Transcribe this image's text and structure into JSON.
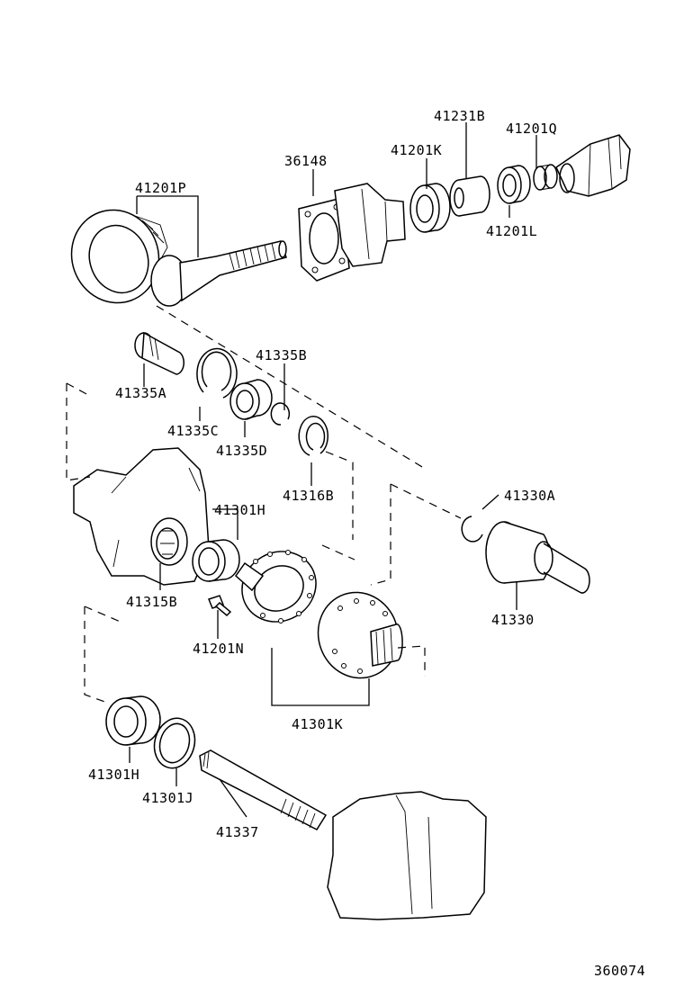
{
  "parts": {
    "p41201P": "41201P",
    "p36148": "36148",
    "p41201K": "41201K",
    "p41231B": "41231B",
    "p41201Q": "41201Q",
    "p41201L": "41201L",
    "p41335A": "41335A",
    "p41335B": "41335B",
    "p41335C": "41335C",
    "p41335D": "41335D",
    "p41316B": "41316B",
    "p41301H_top": "41301H",
    "p41315B": "41315B",
    "p41330A": "41330A",
    "p41330": "41330",
    "p41201N": "41201N",
    "p41301K": "41301K",
    "p41301H_bottom": "41301H",
    "p41301J": "41301J",
    "p41337": "41337"
  },
  "diagram_id": "360074"
}
